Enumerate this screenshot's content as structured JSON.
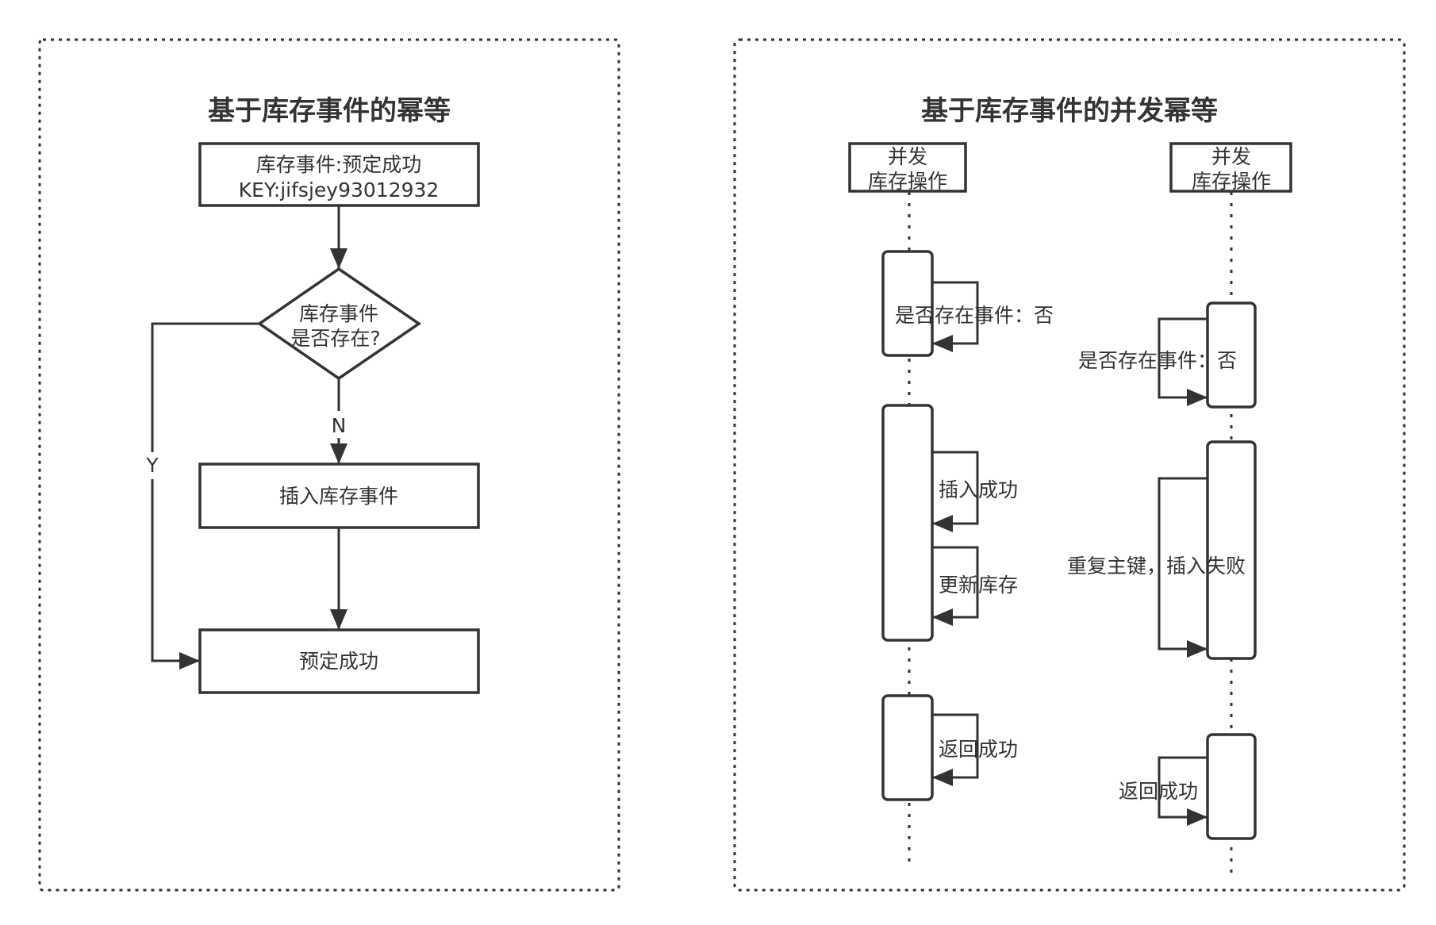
{
  "left_panel": {
    "title": "基于库存事件的幂等",
    "event_box": {
      "line1": "库存事件:预定成功",
      "line2": "KEY:jifsjey93012932"
    },
    "decision": {
      "line1": "库存事件",
      "line2": "是否存在?"
    },
    "no_label": "N",
    "yes_label": "Y",
    "insert_box": "插入库存事件",
    "success_box": "预定成功"
  },
  "right_panel": {
    "title": "基于库存事件的并发幂等",
    "lane_a": {
      "line1": "并发",
      "line2": "库存操作"
    },
    "lane_b": {
      "line1": "并发",
      "line2": "库存操作"
    },
    "lane_a_messages": {
      "check": "是否存在事件：否",
      "insert": "插入成功",
      "update": "更新库存",
      "return": "返回成功"
    },
    "lane_b_messages": {
      "check": "是否存在事件：否",
      "insert_fail": "重复主键，插入失败",
      "return": "返回成功"
    }
  }
}
